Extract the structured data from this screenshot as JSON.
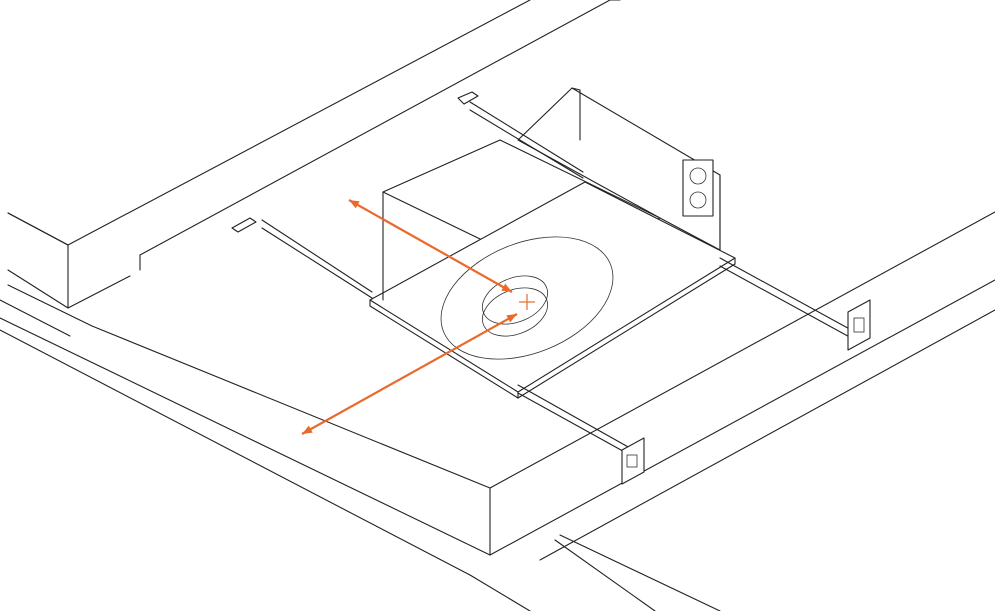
{
  "diagram": {
    "subject": "recessed-light-mounting-frame-between-joists",
    "colors": {
      "linework": "#222222",
      "adjustment_arrow": "#E96A2B",
      "background": "#ffffff"
    },
    "adjustment_directions": [
      "slide-along-bars",
      "slide-across-joists"
    ]
  }
}
